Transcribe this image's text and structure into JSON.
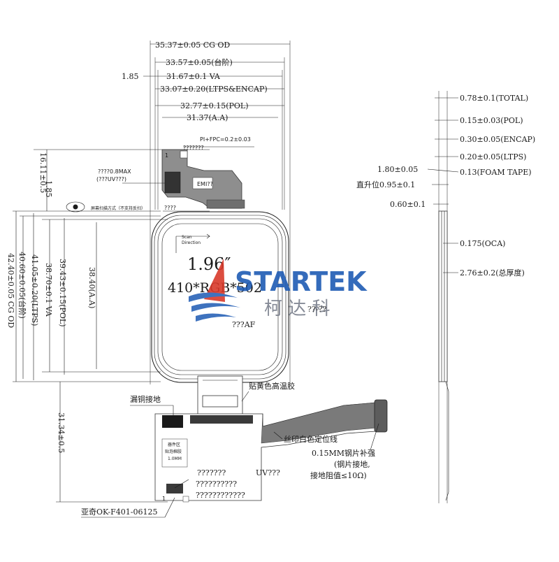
{
  "top_dims": {
    "cg_od": "35.37±0.05 CG OD",
    "step": "33.57±0.05(台阶)",
    "offset": "1.85",
    "va": "31.67±0.1 VA",
    "ltps_encap": "33.07±0.20(LTPS&ENCAP)",
    "pol": "32.77±0.15(POL)",
    "aa": "31.37(A.A)"
  },
  "left_dims": {
    "d1": "16.11±0.5",
    "d2": "1.85",
    "cg_od": "42.40±0.05 CG OD",
    "step": "40.60±0.05(台阶)",
    "ltps": "41.05±0.20(LTPS)",
    "va": "38.70±0.1 VA",
    "pol": "39.43±0.15(POL)",
    "aa": "38.40(A.A)",
    "fpc": "31.34±0.5"
  },
  "side_dims": {
    "total": "0.78±0.1(TOTAL)",
    "pol": "0.15±0.03(POL)",
    "encap": "0.30±0.05(ENCAP)",
    "ltps": "0.20±0.05(LTPS)",
    "foam_left": "1.80±0.05",
    "foam": "0.13(FOAM TAPE)",
    "rise": "直升位0.95±0.1",
    "d060": "0.60±0.1",
    "oca": "0.175(OCA)",
    "thickness": "2.76±0.2(总厚度)"
  },
  "callouts": {
    "pi_fpc": "PI+FPC=0.2±0.03",
    "q7": "???????",
    "max": "????0.8MAX",
    "uv": "(???UV???)",
    "emi": "EMI??",
    "scan_note": "屏幕扫描方式（不支持反扫）",
    "q4": "????",
    "scan": "Scan",
    "direction": "Direction",
    "size": "1.96″",
    "res": "410*RGB*502",
    "af": "???AF",
    "gold_tape": "贴黄色高温胶",
    "copper": "漏铜接地",
    "silk": "丝印白色定位线",
    "stiff1": "0.15MM钢片补强",
    "stiff2": "(钢片接地,",
    "stiff3": "接地阻值≤10Ω)",
    "b1": "???????",
    "b2": "UV???",
    "b3": "??????????",
    "b4": "????????????",
    "connector": "亚奇OK-F401-06125",
    "comp1": "器件区",
    "comp2": "贴泡棉胶",
    "comp3": "1.0MM",
    "pin1": "1"
  },
  "watermark": {
    "brand": "STARTEK",
    "cn": "柯 达 科",
    "overlap": "??-??",
    "brand_color": "#1f5bb4",
    "red": "#d93a2b",
    "blue": "#2a63b8"
  }
}
